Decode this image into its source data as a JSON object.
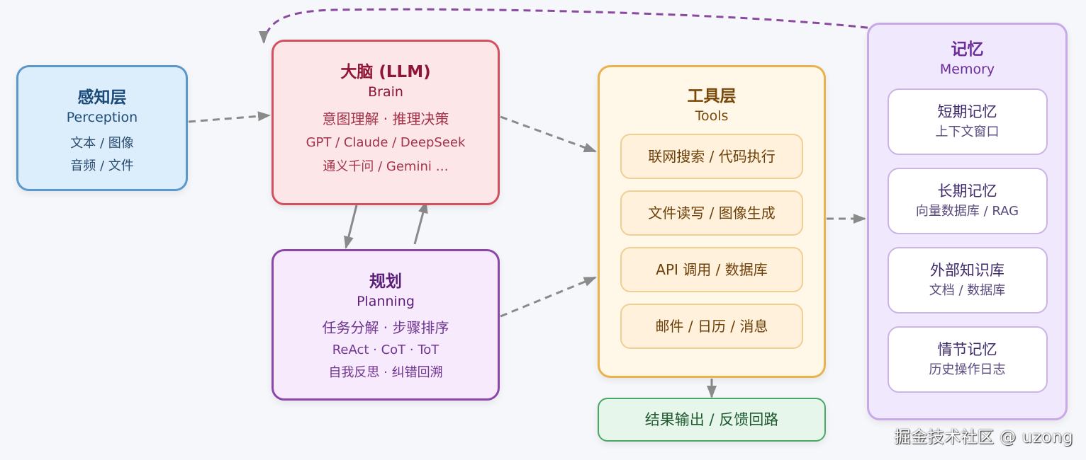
{
  "perception": {
    "title": "感知层",
    "subtitle": "Perception",
    "lines": [
      "文本 / 图像",
      "音频 / 文件"
    ]
  },
  "brain": {
    "title": "大脑 (LLM)",
    "subtitle": "Brain",
    "lines": [
      "意图理解 · 推理决策",
      "GPT / Claude / DeepSeek",
      "通义千问 / Gemini …"
    ]
  },
  "planning": {
    "title": "规划",
    "subtitle": "Planning",
    "lines": [
      "任务分解 · 步骤排序",
      "ReAct · CoT · ToT",
      "自我反思 · 纠错回溯"
    ]
  },
  "tools": {
    "title": "工具层",
    "subtitle": "Tools",
    "items": [
      "联网搜索 / 代码执行",
      "文件读写 / 图像生成",
      "API 调用 / 数据库",
      "邮件 / 日历 / 消息"
    ]
  },
  "output": {
    "label": "结果输出 / 反馈回路"
  },
  "memory": {
    "title": "记忆",
    "subtitle": "Memory",
    "items": [
      {
        "title": "短期记忆",
        "sub": "上下文窗口"
      },
      {
        "title": "长期记忆",
        "sub": "向量数据库 / RAG"
      },
      {
        "title": "外部知识库",
        "sub": "文档 / 数据库"
      },
      {
        "title": "情节记忆",
        "sub": "历史操作日志"
      }
    ]
  },
  "edges": [
    {
      "from": "perception",
      "to": "brain",
      "style": "dashed"
    },
    {
      "from": "brain",
      "to": "tools",
      "style": "dashed"
    },
    {
      "from": "brain",
      "to": "planning",
      "style": "solid"
    },
    {
      "from": "planning",
      "to": "brain",
      "style": "solid"
    },
    {
      "from": "planning",
      "to": "tools",
      "style": "dashed"
    },
    {
      "from": "tools",
      "to": "memory",
      "style": "dashed"
    },
    {
      "from": "tools",
      "to": "output",
      "style": "solid"
    },
    {
      "from": "memory",
      "to": "brain",
      "style": "dashed-curved"
    }
  ],
  "colors": {
    "arrow": "#8a8a8a",
    "memory_feedback": "#8b4aa0"
  },
  "watermark": "掘金技术社区 @ uzong"
}
